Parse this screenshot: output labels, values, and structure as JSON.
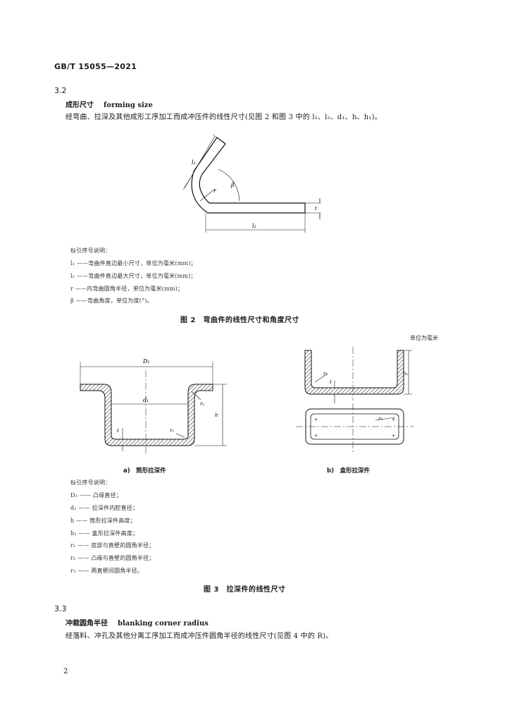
{
  "header": {
    "standard": "GB/T 15055—2021"
  },
  "clause_3_2": {
    "number": "3.2",
    "term_zh": "成形尺寸",
    "term_en": "forming size",
    "definition": "经弯曲、拉深及其他成形工序加工而成冲压件的线性尺寸(见图 2 和图 3 中的 l₁、l₂、d₁、h、h₁)。"
  },
  "figure2": {
    "labels": {
      "l1": "l₁",
      "l2": "l₂",
      "r": "r",
      "beta": "β",
      "t": "t"
    },
    "legend_title": "标引序号说明：",
    "legend": [
      "l₁ ——弯曲件直边最小尺寸，单位为毫米(mm)；",
      "l₂ ——弯曲件直边最大尺寸，单位为毫米(mm)；",
      "r ——内弯曲圆角半径，单位为毫米(mm)；",
      "β ——弯曲角度，单位为度(°)。"
    ],
    "caption": "图 2　弯曲件的线性尺寸和角度尺寸"
  },
  "figure3": {
    "unit": "单位为毫米",
    "labels": {
      "D1": "D₁",
      "d1": "d₁",
      "h": "h",
      "h1": "h₁",
      "r1": "r₁",
      "r2": "r₂",
      "r3": "r₃"
    },
    "sub_a": "a)　筒形拉深件",
    "sub_b": "b)　盒形拉深件",
    "legend_title": "标引序号说明：",
    "legend": [
      "D₁ —— 凸缘直径；",
      "d₁ —— 拉深件内腔直径；",
      "h —— 筒形拉深件高度；",
      "h₁ —— 盒形拉深件高度；",
      "r₁ —— 底部与直壁的圆角半径；",
      "r₂ —— 凸缘与直壁的圆角半径；",
      "r₃ —— 两直壁间圆角半径。"
    ],
    "caption": "图 3　拉深件的线性尺寸"
  },
  "clause_3_3": {
    "number": "3.3",
    "term_zh": "冲裁圆角半径",
    "term_en": "blanking corner radius",
    "definition": "经落料、冲孔及其他分离工序加工而成冲压件圆角半径的线性尺寸(见图 4 中的 R)。"
  },
  "footer": {
    "page": "2"
  }
}
